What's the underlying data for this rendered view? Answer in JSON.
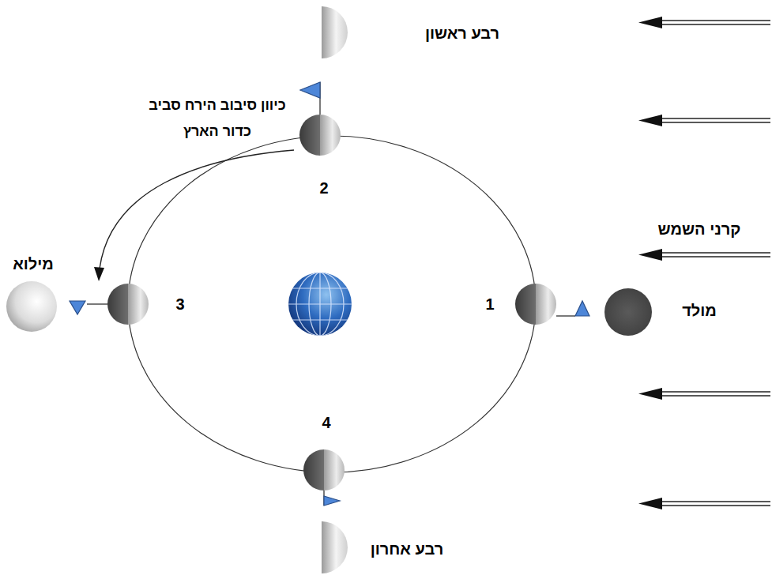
{
  "diagram": {
    "labels": [
      "רבע ראשון",
      "כיוון סיבוב הירח סביב כדור הארץ",
      "2",
      "קרני השמש",
      "מילוא",
      "3",
      "1",
      "מולד",
      "4",
      "רבע אחרון"
    ]
  }
}
